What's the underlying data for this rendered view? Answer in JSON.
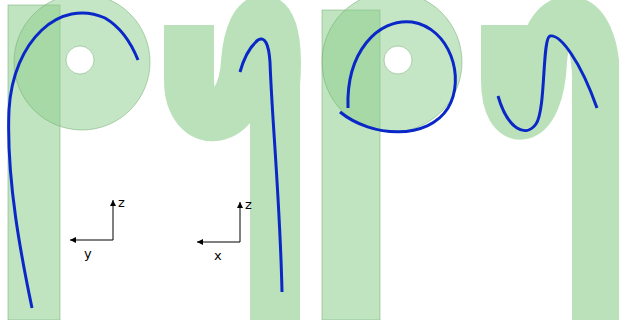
{
  "diagram": {
    "labels": [
      "z",
      "y",
      "z",
      "x"
    ]
  }
}
